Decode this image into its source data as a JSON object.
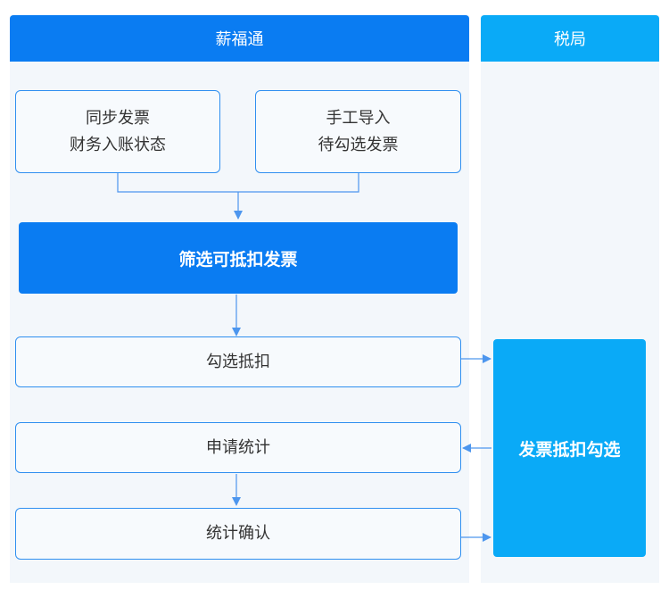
{
  "lanes": {
    "xinfutong": {
      "title": "薪福通",
      "color": "#0a7cf2"
    },
    "tax_bureau": {
      "title": "税局",
      "color": "#0aaaf7"
    }
  },
  "nodes": {
    "sync_invoice": {
      "line1": "同步发票",
      "line2": "财务入账状态"
    },
    "manual_import": {
      "line1": "手工导入",
      "line2": "待勾选发票"
    },
    "filter_deductible": {
      "label": "筛选可抵扣发票"
    },
    "check_deduct": {
      "label": "勾选抵扣"
    },
    "apply_statistics": {
      "label": "申请统计"
    },
    "statistics_confirm": {
      "label": "统计确认"
    },
    "invoice_deduct_check": {
      "label": "发票抵扣勾选"
    }
  }
}
